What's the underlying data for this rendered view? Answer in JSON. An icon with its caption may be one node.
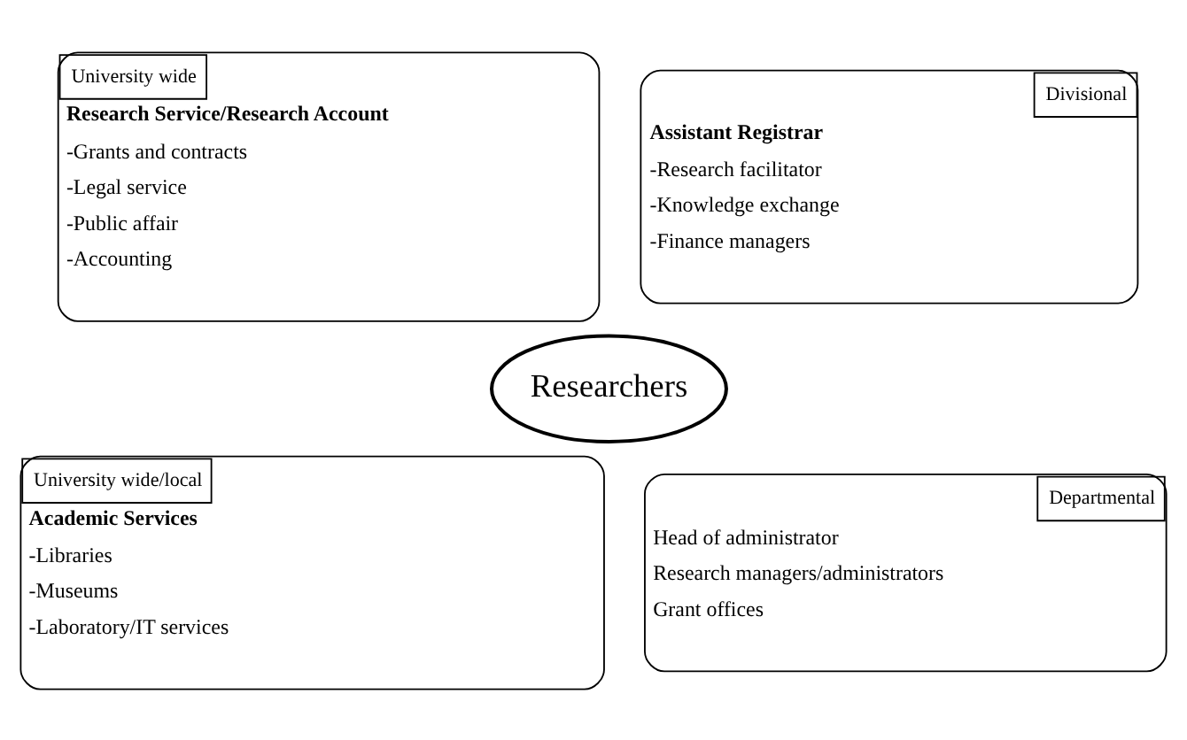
{
  "diagram": {
    "nodes": [
      {
        "text": [
          "University wide",
          "Research Service/Research Account",
          "-Grants and contracts",
          "-Legal service",
          "-Public affair",
          "-Accounting"
        ]
      },
      {
        "text": [
          "Divisional",
          "Assistant Registrar",
          "-Research facilitator",
          "-Knowledge exchange",
          "-Finance managers"
        ]
      },
      {
        "text": [
          "Researchers"
        ]
      },
      {
        "text": [
          "University wide/local",
          "Academic Services",
          "-Libraries",
          "-Museums",
          "-Laboratory/IT services"
        ]
      },
      {
        "text": [
          "Departmental",
          "Head of administrator",
          "Research managers/administrators",
          "Grant offices"
        ]
      }
    ]
  }
}
